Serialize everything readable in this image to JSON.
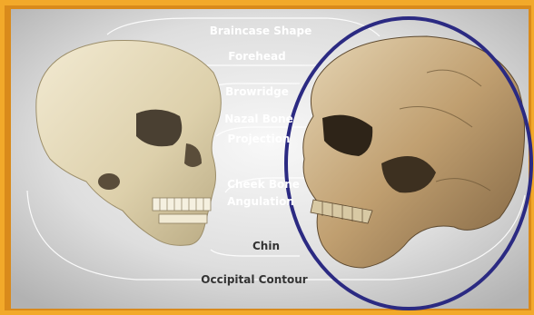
{
  "labels": {
    "braincase": "Braincase Shape",
    "forehead": "Forehead",
    "browridge": "Browridge",
    "nasal_line1": "Nazal Bone",
    "nasal_line2": "Projection",
    "cheek_line1": "Cheek Bone",
    "cheek_line2": "Angulation",
    "chin": "Chin",
    "occipital": "Occipital Contour"
  },
  "colors": {
    "frame_outer": "#f2a92a",
    "frame_inner": "#d98a1b",
    "panel_light": "#f4f4f4",
    "panel_dark": "#b9b9b9",
    "label_light": "#ffffff",
    "label_dark": "#333333",
    "circle": "#2b2a82"
  }
}
